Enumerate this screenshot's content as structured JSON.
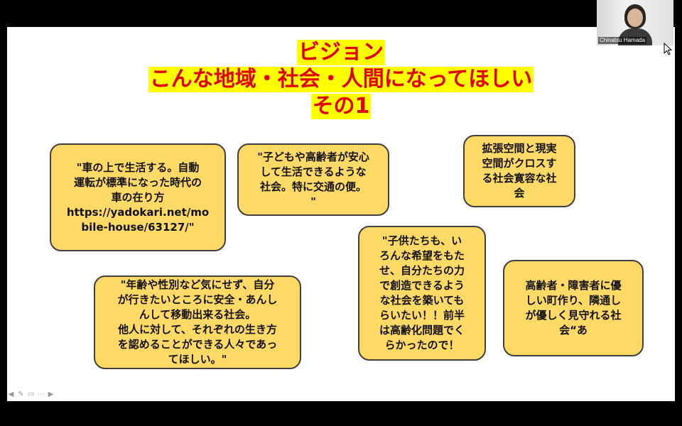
{
  "slide": {
    "title_lines": [
      "ビジョン",
      "こんな地域・社会・人間になってほしい",
      "その1"
    ],
    "cards": [
      "\"車の上で生活する。自動\n運転が標準になった時代の\n車の在り方\nhttps://yadokari.net/mo\nbile-house/63127/\"",
      "\"子どもや高齢者が安心\nして生活できるような\n社会。特に交通の便。\n\"",
      "拡張空間と現実\n空間がクロスす\nる社会寛容な社\n会",
      "\"子供たちも、い\nろんな希望をもた\nせ、自分たちの力\nで創造できるよう\nな社会を築いても\nらいたい！！前半\nは高齢化問題でく\nらかったので！",
      "\"年齢や性別など気にせず、自分\nが行きたいところに安全・あんし\nんして移動出来る社会。\n他人に対して、それぞれの生き方\nを認めることができる人々であっ\nてほしい。\"",
      "高齢者・障害者に優\nしい町作り、隣通し\nが優しく見守れる社\n会“あ"
    ]
  },
  "webcam": {
    "name": "Chinatsu Hamada"
  },
  "toolbar_icons": [
    "arrow-left-icon",
    "pen-icon",
    "slides-icon",
    "more-icon",
    "arrow-right-icon"
  ],
  "colors": {
    "title_bg": "#ffff00",
    "title_text": "#e00000",
    "card_bg": "#ffd966"
  }
}
